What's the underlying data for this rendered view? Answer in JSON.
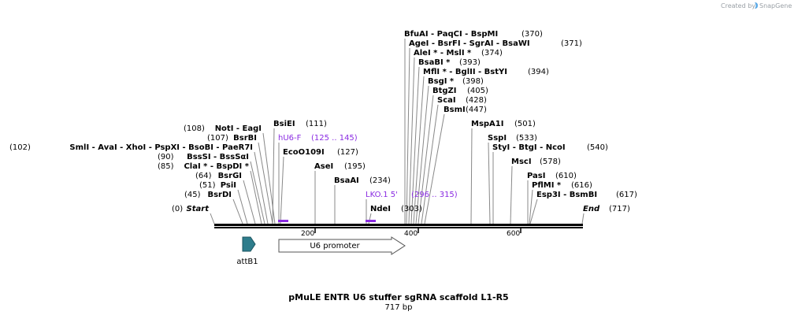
{
  "title": "pMuLE ENTR U6 stuffer sgRNA scaffold L1-R5",
  "length_label": "717 bp",
  "credit": {
    "prefix": "Created by",
    "brand": "SnapGene"
  },
  "axis_ticks": [
    "200",
    "400",
    "600"
  ],
  "labels": [
    {
      "text": "BfuAI   - PaqCI   - BspMI",
      "coord": "(370)",
      "color": "#000000"
    },
    {
      "text": "AgeI   - BsrFI   - SgrAI   - BsaWI",
      "coord": "(371)",
      "color": "#000000"
    },
    {
      "text": "AleI * - MslI *",
      "coord": "(374)",
      "color": "#000000"
    },
    {
      "text": "BsaBI *",
      "coord": "(393)",
      "color": "#000000"
    },
    {
      "text": "MflI * - BglII   - BstYI",
      "coord": "(394)",
      "color": "#000000"
    },
    {
      "text": "BsgI *",
      "coord": "(398)",
      "color": "#000000"
    },
    {
      "text": "BtgZI",
      "coord": "(405)",
      "color": "#000000"
    },
    {
      "text": "ScaI",
      "coord": "(428)",
      "color": "#000000"
    },
    {
      "text": "BsmI",
      "coord": "(447)",
      "color": "#000000"
    },
    {
      "text": "MspA1I",
      "coord": "(501)",
      "color": "#000000"
    },
    {
      "text": "SspI",
      "coord": "(533)",
      "color": "#000000"
    },
    {
      "text": "StyI   - BtgI   - NcoI",
      "coord": "(540)",
      "color": "#000000"
    },
    {
      "text": "MscI",
      "coord": "(578)",
      "color": "#000000"
    },
    {
      "text": "PasI",
      "coord": "(610)",
      "color": "#000000"
    },
    {
      "text": "PflMI *",
      "coord": "(616)",
      "color": "#000000"
    },
    {
      "text": "Esp3I   - BsmBI",
      "coord": "(617)",
      "color": "#000000"
    },
    {
      "text": "End",
      "coord": "(717)",
      "color": "#000000"
    },
    {
      "text": "NotI   - EagI",
      "coord": "(108)",
      "color": "#000000"
    },
    {
      "text": "BsrBI",
      "coord": "(107)",
      "color": "#000000"
    },
    {
      "text": "SmlI   - AvaI   - XhoI   - PspXI   - BsoBI   - PaeR7I",
      "coord": "(102)",
      "color": "#000000"
    },
    {
      "text": "BssSI   - BssSαI",
      "coord": "(90)",
      "color": "#000000"
    },
    {
      "text": "ClaI * - BspDI *",
      "coord": "(85)",
      "color": "#000000"
    },
    {
      "text": "BsrGI",
      "coord": "(64)",
      "color": "#000000"
    },
    {
      "text": "PsiI",
      "coord": "(51)",
      "color": "#000000"
    },
    {
      "text": "BsrDI",
      "coord": "(45)",
      "color": "#000000"
    },
    {
      "text": "Start",
      "coord": "(0)",
      "color": "#000000"
    },
    {
      "text": "BsiEI",
      "coord": "(111)",
      "color": "#000000"
    },
    {
      "text": "hU6-F",
      "coord": "(125 .. 145)",
      "color": "#8a2be2"
    },
    {
      "text": "EcoO109I",
      "coord": "(127)",
      "color": "#000000"
    },
    {
      "text": "AseI",
      "coord": "(195)",
      "color": "#000000"
    },
    {
      "text": "BsaAI",
      "coord": "(234)",
      "color": "#000000"
    },
    {
      "text": "LKO.1 5'",
      "coord": "(296 .. 315)",
      "color": "#8a2be2"
    },
    {
      "text": "NdeI",
      "coord": "(303)",
      "color": "#000000"
    }
  ],
  "features": [
    {
      "name": "attB1",
      "color": "#2e7d8c"
    },
    {
      "name": "U6 promoter",
      "color": "#ffffff"
    }
  ],
  "primer_color": "#8a2be2"
}
